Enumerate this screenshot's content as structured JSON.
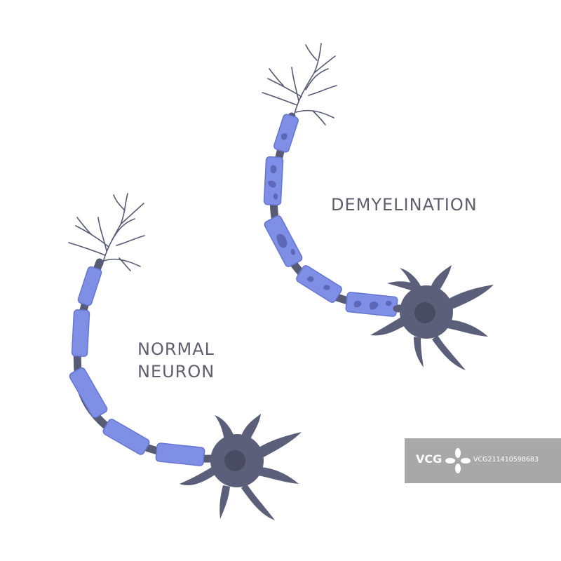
{
  "labels": {
    "demyelination": "DEMYELINATION",
    "normal_line1": "NORMAL",
    "normal_line2": "NEURON"
  },
  "watermark": {
    "logo": "VCG",
    "id": "VCG211410598683"
  },
  "colors": {
    "myelin": "#7f8fe6",
    "myelin_edge": "#6676d0",
    "axon": "#575b73",
    "neuron_body": "#5b5f7a",
    "nucleus": "#484b62",
    "label_text": "#5f5f6d",
    "damage": "#5e68b8",
    "watermark_bg": "#9a9a9a"
  }
}
